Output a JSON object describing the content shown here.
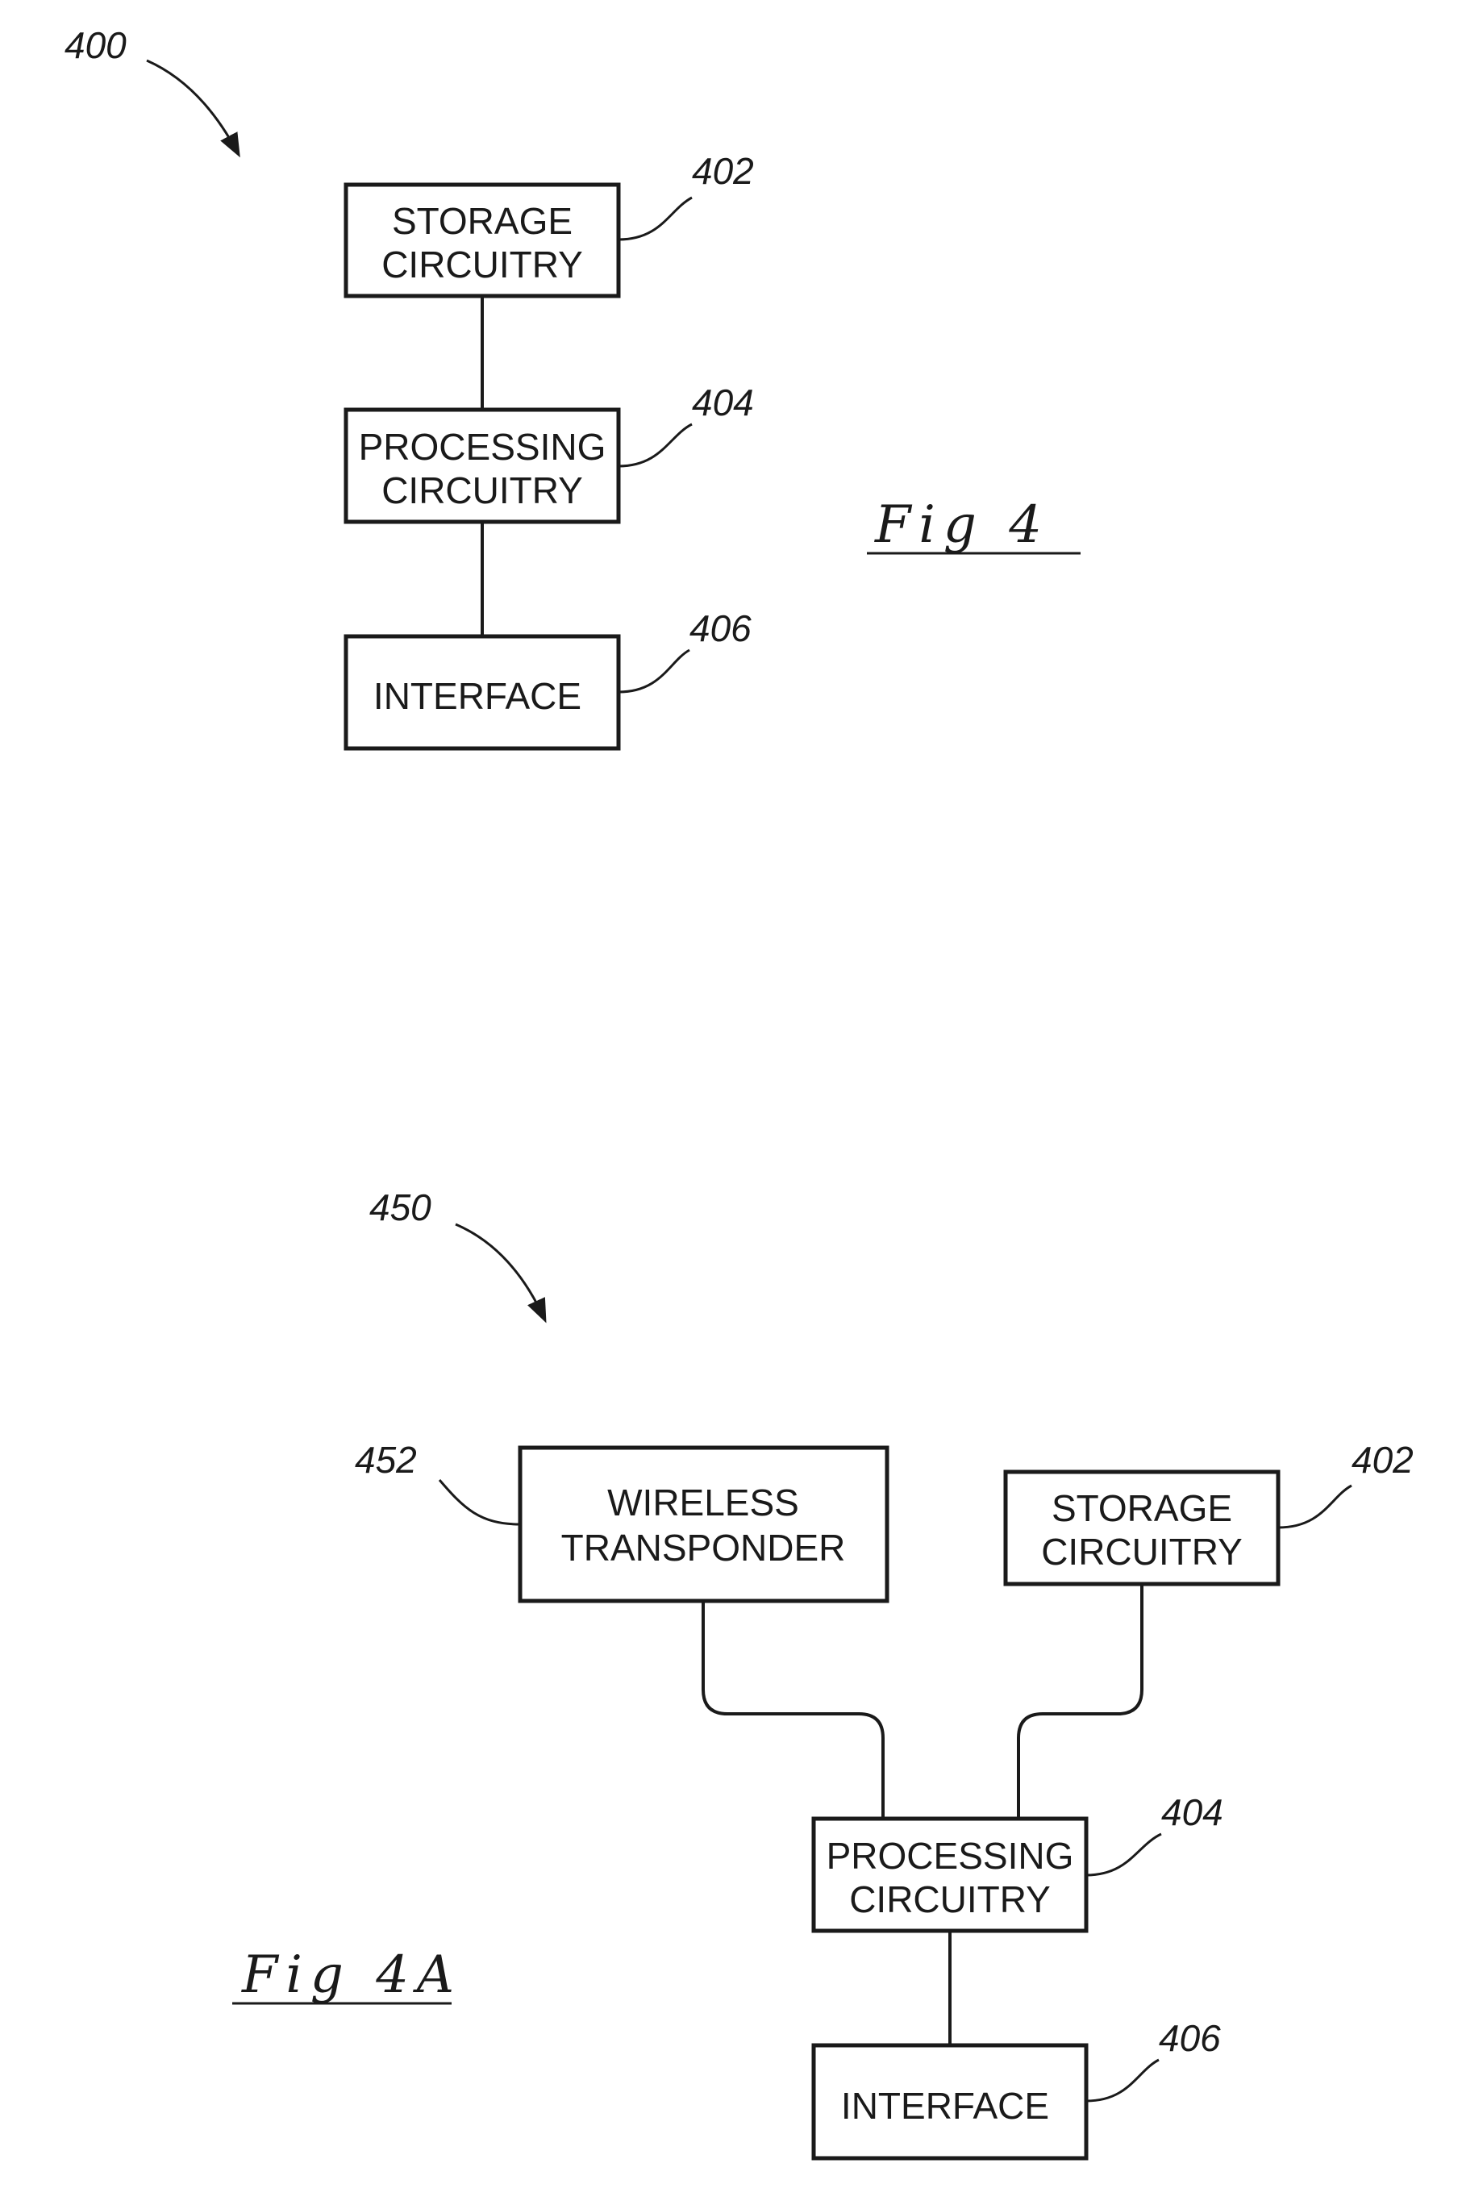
{
  "fig4": {
    "ref": "400",
    "caption": "Fig 4",
    "blocks": {
      "storage": {
        "ref": "402",
        "line1": "STORAGE",
        "line2": "CIRCUITRY"
      },
      "processing": {
        "ref": "404",
        "line1": "PROCESSING",
        "line2": "CIRCUITRY"
      },
      "interface": {
        "ref": "406",
        "line1": "INTERFACE"
      }
    }
  },
  "fig4a": {
    "ref": "450",
    "caption": "Fig 4A",
    "blocks": {
      "wireless": {
        "ref": "452",
        "line1": "WIRELESS",
        "line2": "TRANSPONDER"
      },
      "storage": {
        "ref": "402",
        "line1": "STORAGE",
        "line2": "CIRCUITRY"
      },
      "processing": {
        "ref": "404",
        "line1": "PROCESSING",
        "line2": "CIRCUITRY"
      },
      "interface": {
        "ref": "406",
        "line1": "INTERFACE"
      }
    }
  }
}
